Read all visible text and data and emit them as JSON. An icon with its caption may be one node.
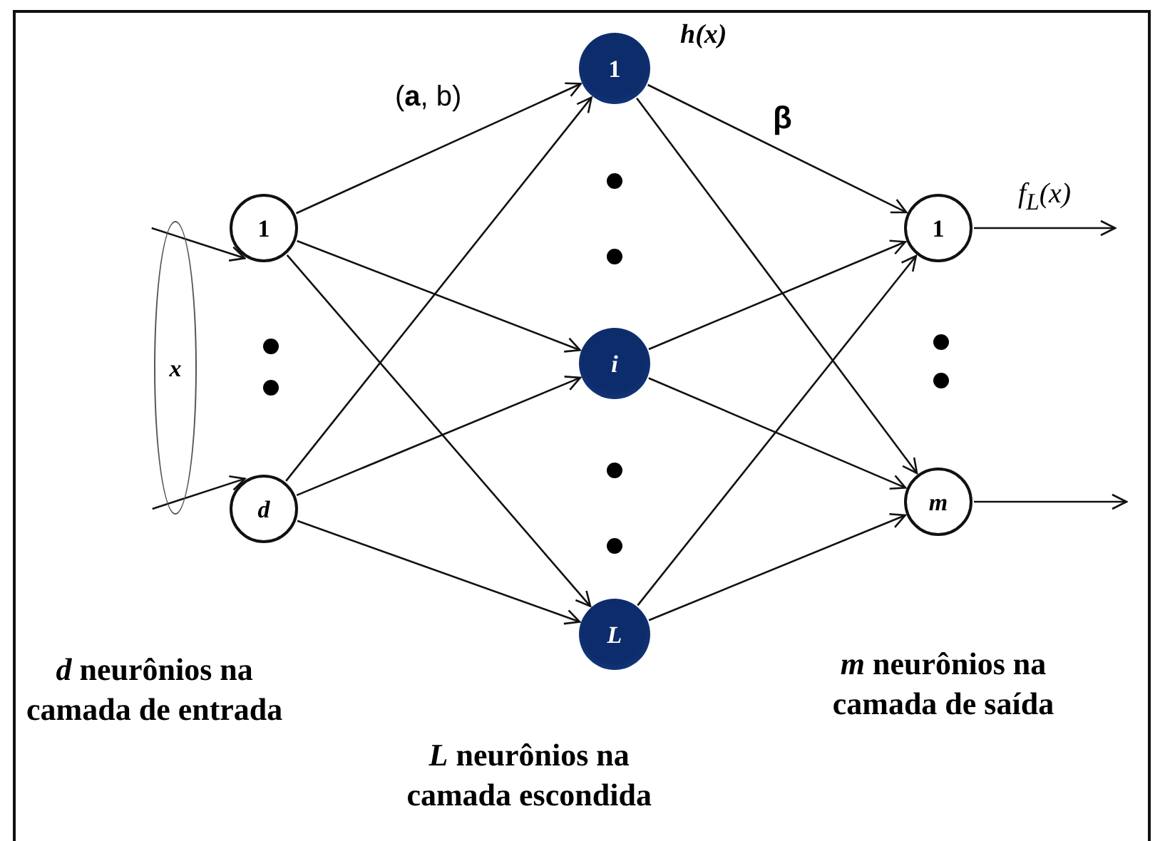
{
  "diagram": {
    "nodes": [
      {
        "text": [
          "1"
        ]
      },
      {
        "text": [
          "d"
        ]
      },
      {
        "text": [
          "1"
        ],
        "beside": [
          "h(x)"
        ]
      },
      {
        "text": [
          "i"
        ]
      },
      {
        "text": [
          "L"
        ]
      },
      {
        "text": [
          "1"
        ]
      },
      {
        "text": [
          "m"
        ]
      },
      {
        "text": [
          "x"
        ]
      }
    ],
    "edges": [
      {
        "from": 7,
        "to": 0,
        "arrow": "to"
      },
      {
        "from": 7,
        "to": 1,
        "arrow": "to"
      },
      {
        "from": 0,
        "to": 2,
        "arrow": "to",
        "label": "(**a**, b)"
      },
      {
        "from": 0,
        "to": 3,
        "arrow": "to"
      },
      {
        "from": 0,
        "to": 4,
        "arrow": "to"
      },
      {
        "from": 1,
        "to": 2,
        "arrow": "to"
      },
      {
        "from": 1,
        "to": 3,
        "arrow": "to"
      },
      {
        "from": 1,
        "to": 4,
        "arrow": "to"
      },
      {
        "from": 2,
        "to": 5,
        "arrow": "to",
        "label": "β"
      },
      {
        "from": 2,
        "to": 6,
        "arrow": "to"
      },
      {
        "from": 3,
        "to": 5,
        "arrow": "to"
      },
      {
        "from": 3,
        "to": 6,
        "arrow": "to"
      },
      {
        "from": 4,
        "to": 5,
        "arrow": "to"
      },
      {
        "from": 4,
        "to": 6,
        "arrow": "to"
      },
      {
        "from": 5,
        "to": null,
        "arrow": "to",
        "label": "f$_{L}$(x)"
      },
      {
        "from": 6,
        "to": null,
        "arrow": "to"
      }
    ],
    "labels": [
      "*d* neurônios  na camada de entrada",
      "*L* neurônios  na camada escondida",
      "*m* neurônios  na camada de saída"
    ]
  }
}
